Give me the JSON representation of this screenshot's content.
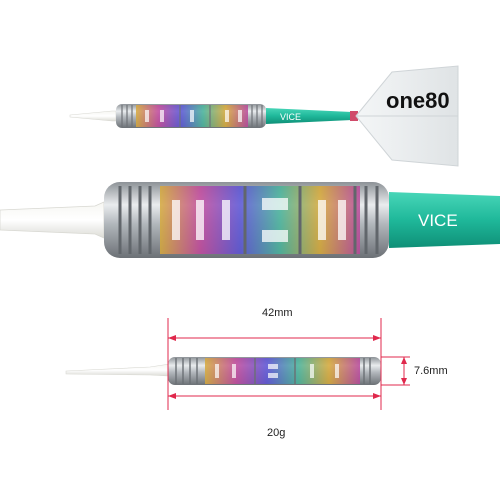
{
  "flight_logo": "one80",
  "shaft_brand": "VICE",
  "barrel_mark": "one80",
  "dimensions": {
    "length": "42mm",
    "diameter": "7.6mm",
    "weight": "20g"
  },
  "colors": {
    "shaft": "#1fb89a",
    "dimension_lines": "#e0284c",
    "barrel_steel": "#b9bec3"
  }
}
